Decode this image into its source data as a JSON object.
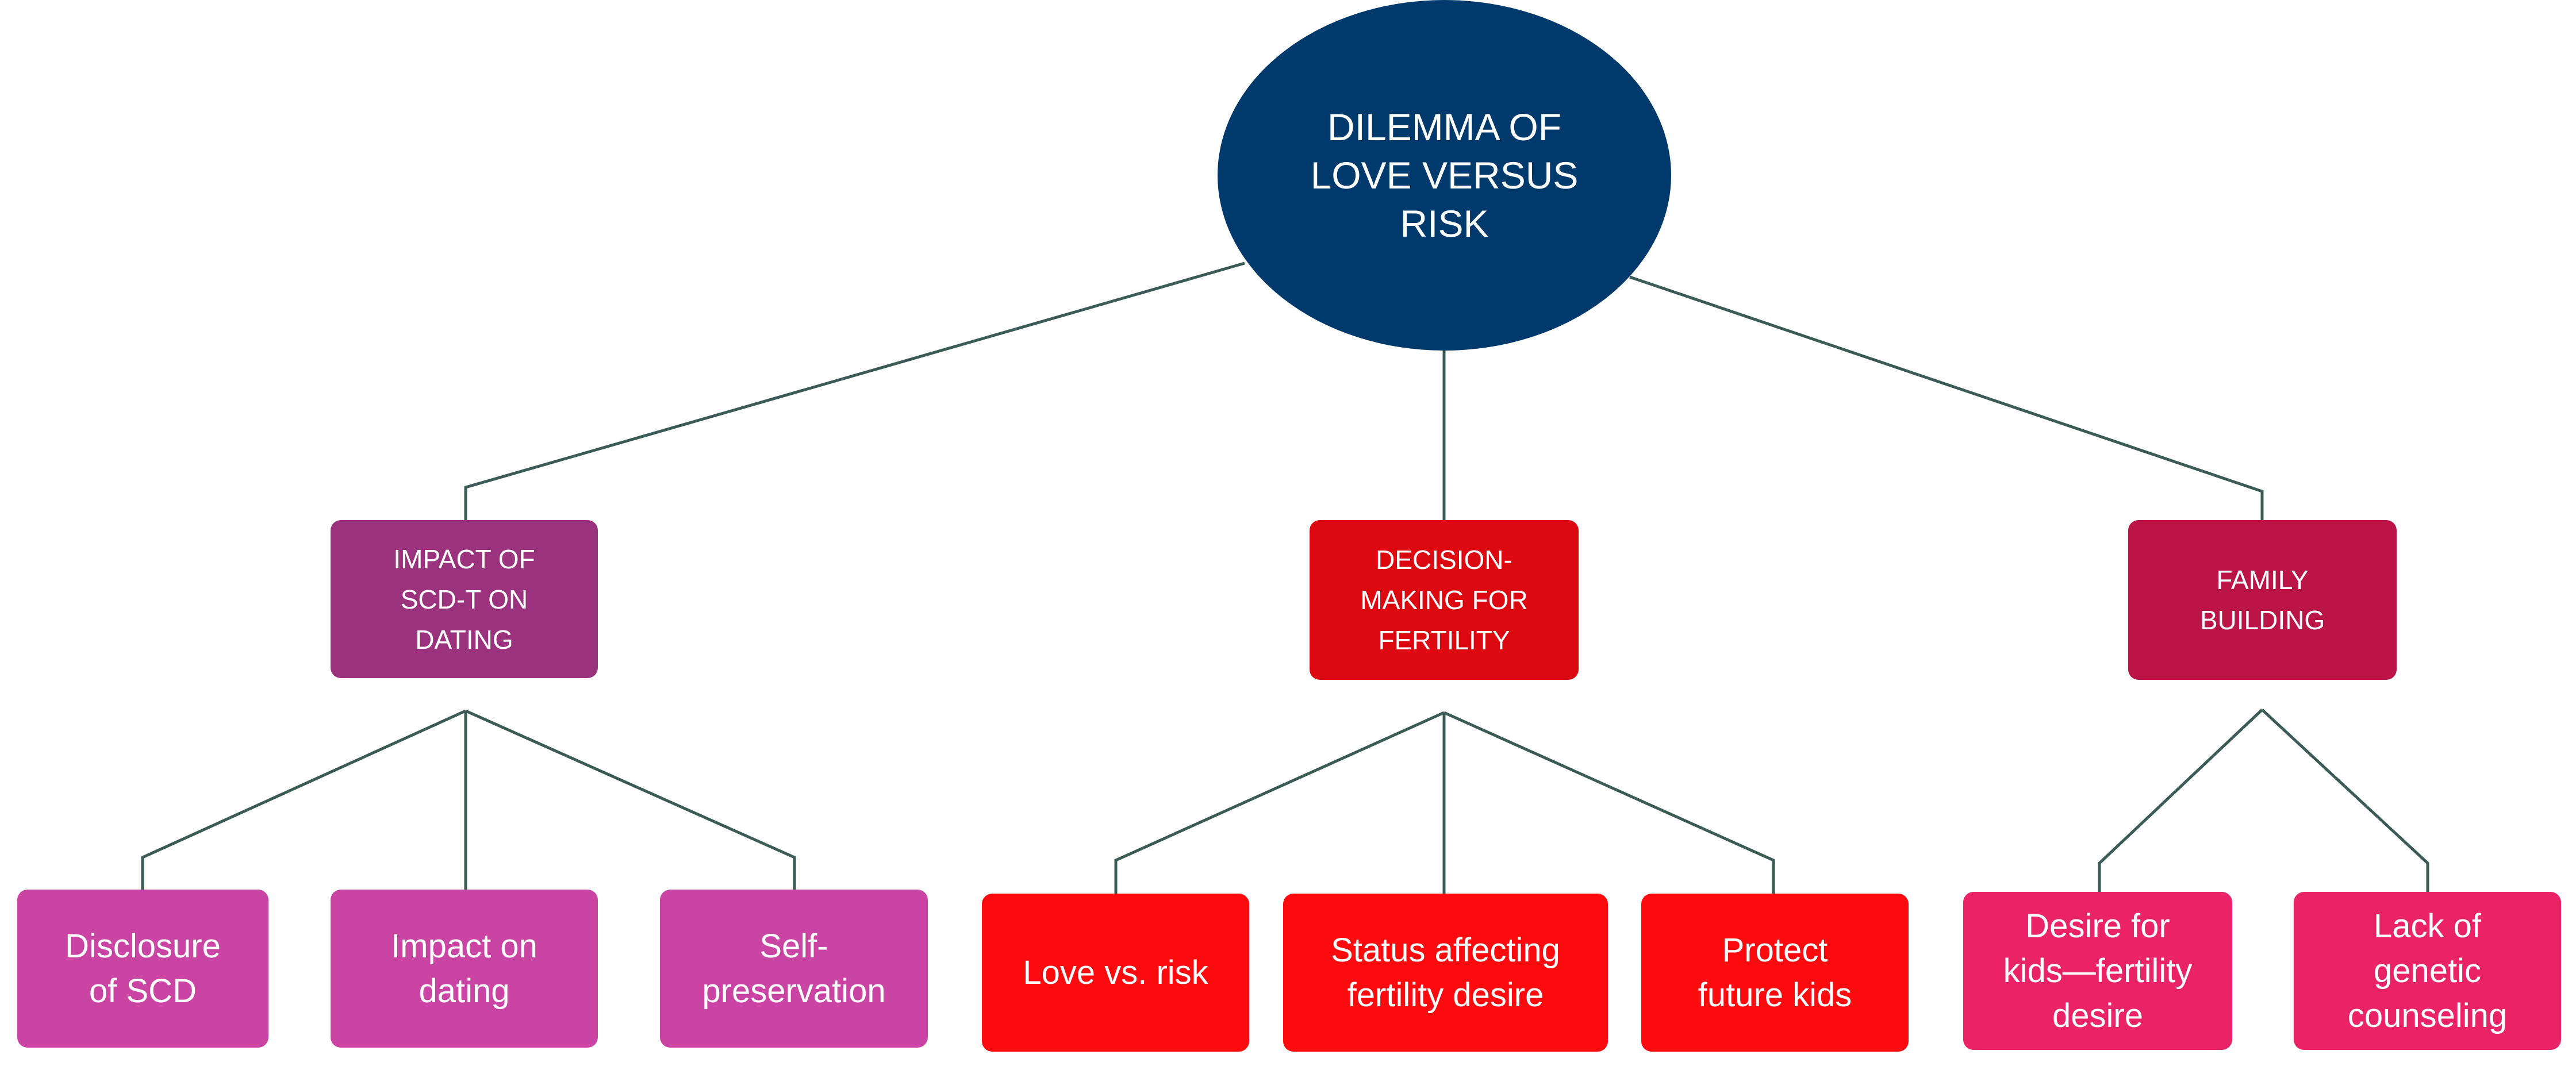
{
  "root": {
    "label": "DILEMMA OF\nLOVE VERSUS\nRISK",
    "color": "#003a6d"
  },
  "categories": [
    {
      "label": "IMPACT OF\nSCD-T ON\nDATING",
      "color": "#9b327d",
      "children": [
        {
          "label": "Disclosure\nof SCD",
          "color": "#c944a3"
        },
        {
          "label": "Impact on\ndating",
          "color": "#c944a3"
        },
        {
          "label": "Self-\npreservation",
          "color": "#c944a3"
        }
      ]
    },
    {
      "label": "DECISION-\nMAKING FOR\nFERTILITY",
      "color": "#dc0a10",
      "children": [
        {
          "label": "Love vs. risk",
          "color": "#fb0a0e"
        },
        {
          "label": "Status affecting\nfertility desire",
          "color": "#fb0a0e"
        },
        {
          "label": "Protect\nfuture kids",
          "color": "#fb0a0e"
        }
      ]
    },
    {
      "label": "FAMILY\nBUILDING",
      "color": "#bb1548",
      "children": [
        {
          "label": "Desire for\nkids—fertility\ndesire",
          "color": "#e92366"
        },
        {
          "label": "Lack of\ngenetic\ncounseling",
          "color": "#e92366"
        }
      ]
    }
  ]
}
